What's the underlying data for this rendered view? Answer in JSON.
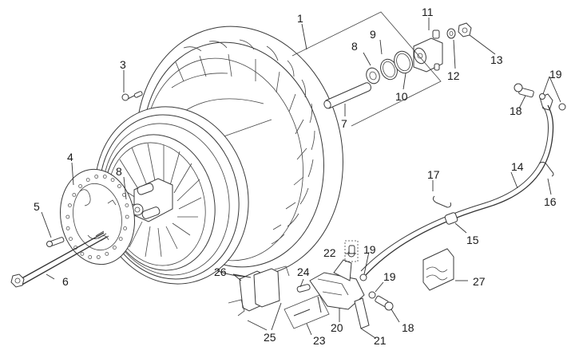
{
  "diagram": {
    "title": "Front wheel exploded parts diagram",
    "callouts": [
      {
        "id": "c1",
        "label": "1"
      },
      {
        "id": "c3",
        "label": "3"
      },
      {
        "id": "c4",
        "label": "4"
      },
      {
        "id": "c5",
        "label": "5"
      },
      {
        "id": "c6",
        "label": "6"
      },
      {
        "id": "c7",
        "label": "7"
      },
      {
        "id": "c8a",
        "label": "8"
      },
      {
        "id": "c8b",
        "label": "8"
      },
      {
        "id": "c9",
        "label": "9"
      },
      {
        "id": "c10",
        "label": "10"
      },
      {
        "id": "c11",
        "label": "11"
      },
      {
        "id": "c12",
        "label": "12"
      },
      {
        "id": "c13",
        "label": "13"
      },
      {
        "id": "c14",
        "label": "14"
      },
      {
        "id": "c15",
        "label": "15"
      },
      {
        "id": "c16",
        "label": "16"
      },
      {
        "id": "c17",
        "label": "17"
      },
      {
        "id": "c18a",
        "label": "18"
      },
      {
        "id": "c18b",
        "label": "18"
      },
      {
        "id": "c19a",
        "label": "19"
      },
      {
        "id": "c19b",
        "label": "19"
      },
      {
        "id": "c19c",
        "label": "19"
      },
      {
        "id": "c20",
        "label": "20"
      },
      {
        "id": "c21",
        "label": "21"
      },
      {
        "id": "c22",
        "label": "22"
      },
      {
        "id": "c23",
        "label": "23"
      },
      {
        "id": "c24",
        "label": "24"
      },
      {
        "id": "c25",
        "label": "25"
      },
      {
        "id": "c26",
        "label": "26"
      },
      {
        "id": "c27",
        "label": "27"
      }
    ]
  }
}
